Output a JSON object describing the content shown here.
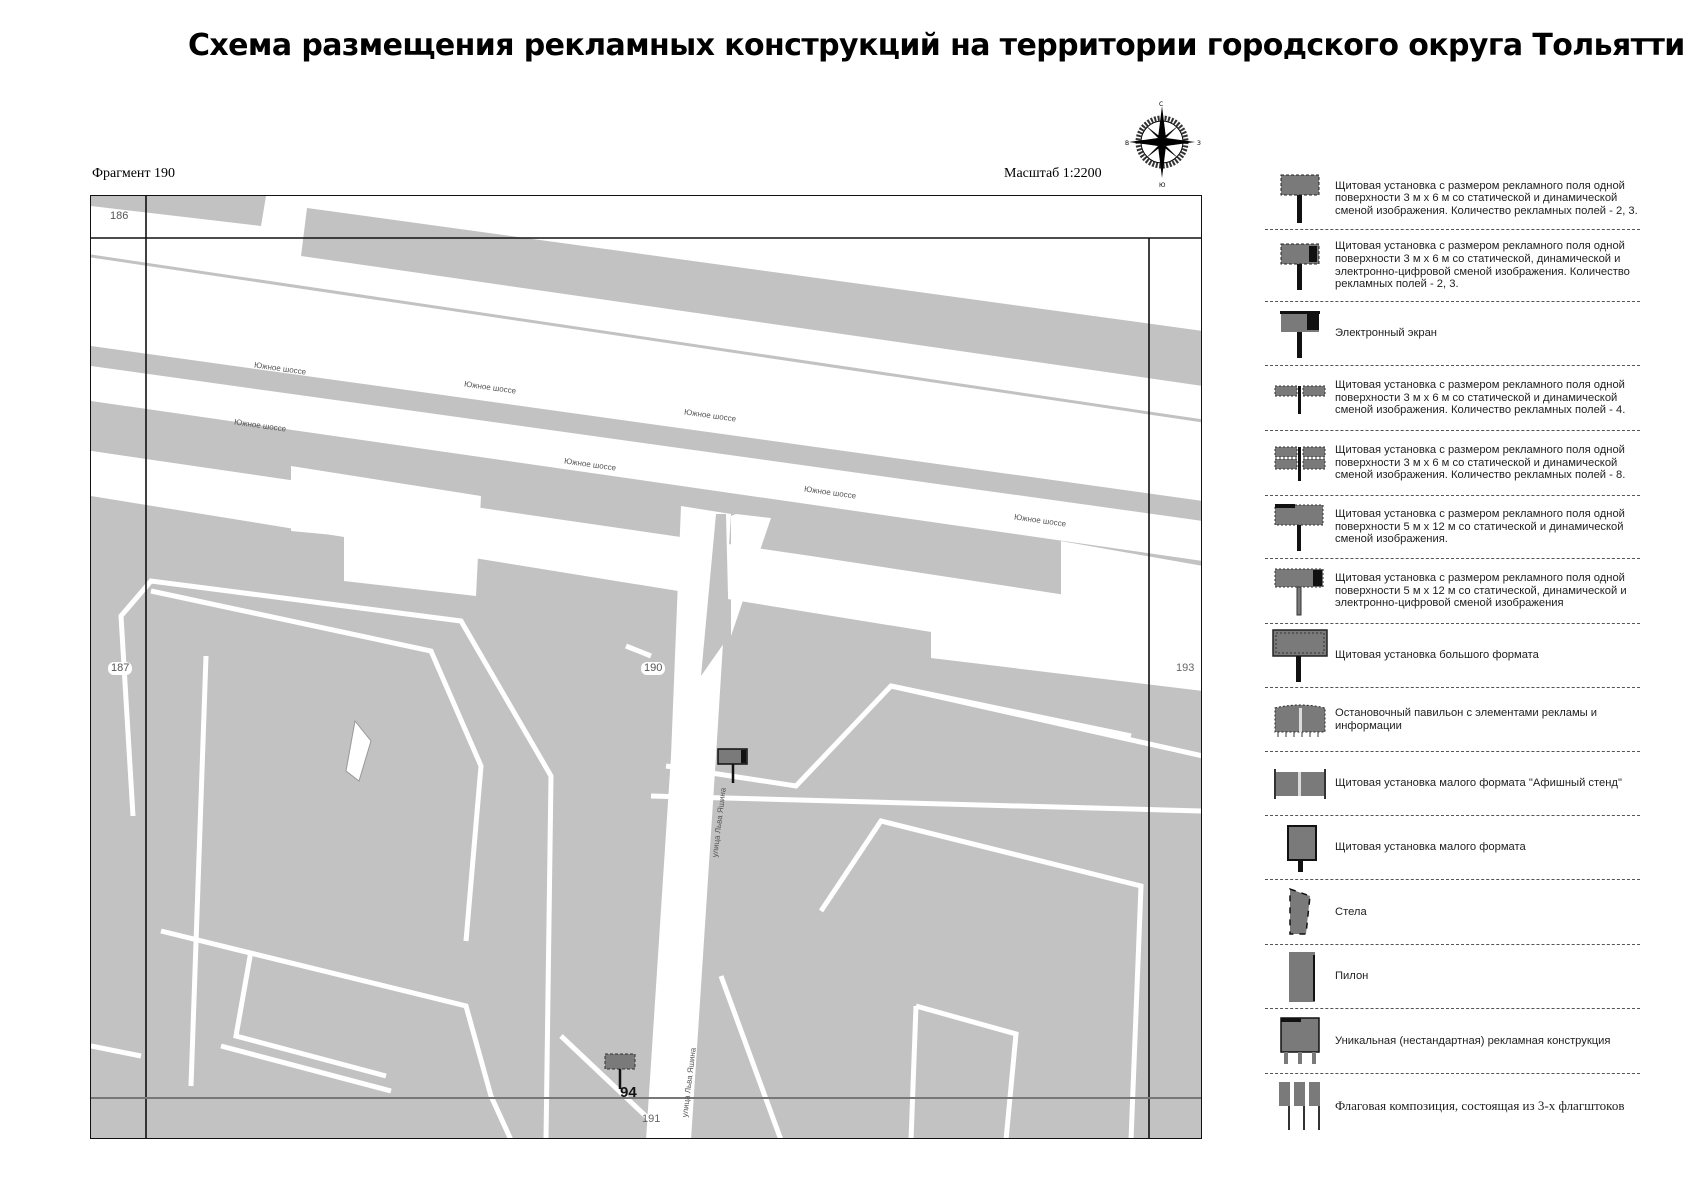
{
  "header": {
    "title": "Схема размещения рекламных конструкций на территории городского округа Тольятти",
    "fragment": "Фрагмент 190",
    "scale": "Масштаб 1:2200"
  },
  "compass": {
    "north": "С",
    "south": "Ю",
    "west": "В",
    "east": "З"
  },
  "map": {
    "fragment_labels": [
      {
        "id": "186",
        "text": "186"
      },
      {
        "id": "187",
        "text": "187"
      },
      {
        "id": "190",
        "text": "190"
      },
      {
        "id": "191",
        "text": "191"
      },
      {
        "id": "193",
        "text": "193"
      }
    ],
    "street_labels": {
      "highway": "Южное шоссе",
      "avenue": "улица Льва Яшина"
    },
    "structures": [
      {
        "id": "94",
        "label": "94",
        "type": "Щитовая установка 3 м х 6 м"
      },
      {
        "id": "unlabeled",
        "label": "",
        "type": "Щитовая установка 3 м х 6 м"
      }
    ],
    "colors": {
      "terrain": "#c2c2c2",
      "road": "#ffffff",
      "frame": "#111111",
      "structure": "#7a7a7a"
    }
  },
  "legend": {
    "items": [
      {
        "icon": "billboard-3x6-icon",
        "text": "Щитовая установка с размером рекламного поля одной поверхности 3 м х 6 м со статической и динамической сменой изображения. Количество рекламных полей - 2, 3."
      },
      {
        "icon": "billboard-3x6-digital-icon",
        "text": "Щитовая установка с размером рекламного поля одной поверхности 3 м х 6 м со статической, динамической и электронно-цифровой сменой изображения. Количество рекламных полей - 2, 3."
      },
      {
        "icon": "electronic-screen-icon",
        "text": "Электронный экран"
      },
      {
        "icon": "billboard-4-fields-icon",
        "text": "Щитовая установка с размером рекламного поля одной поверхности 3 м х 6 м со статической и динамической сменой изображения. Количество рекламных полей - 4."
      },
      {
        "icon": "billboard-8-fields-icon",
        "text": "Щитовая установка с размером рекламного поля одной поверхности 3 м х 6 м со статической и динамической сменой изображения. Количество рекламных полей - 8."
      },
      {
        "icon": "billboard-5x12-icon",
        "text": "Щитовая установка с размером рекламного поля одной поверхности 5 м х 12 м со статической и динамической сменой изображения."
      },
      {
        "icon": "billboard-5x12-digital-icon",
        "text": "Щитовая установка с размером рекламного поля одной поверхности 5 м х 12 м со статической, динамической и электронно-цифровой сменой изображения"
      },
      {
        "icon": "large-format-billboard-icon",
        "text": "Щитовая установка большого формата"
      },
      {
        "icon": "bus-stop-pavilion-icon",
        "text": "Остановочный павильон с элементами рекламы и информации"
      },
      {
        "icon": "poster-stand-icon",
        "text": "Щитовая установка малого формата \"Афишный стенд\""
      },
      {
        "icon": "small-format-billboard-icon",
        "text": "Щитовая установка малого формата"
      },
      {
        "icon": "stele-icon",
        "text": "Стела"
      },
      {
        "icon": "pylon-icon",
        "text": "Пилон"
      },
      {
        "icon": "unique-structure-icon",
        "text": "Уникальная (нестандартная) рекламная конструкция"
      },
      {
        "icon": "flag-composition-icon",
        "text": "Флаговая композиция, состоящая из 3-х флагштоков"
      }
    ]
  }
}
